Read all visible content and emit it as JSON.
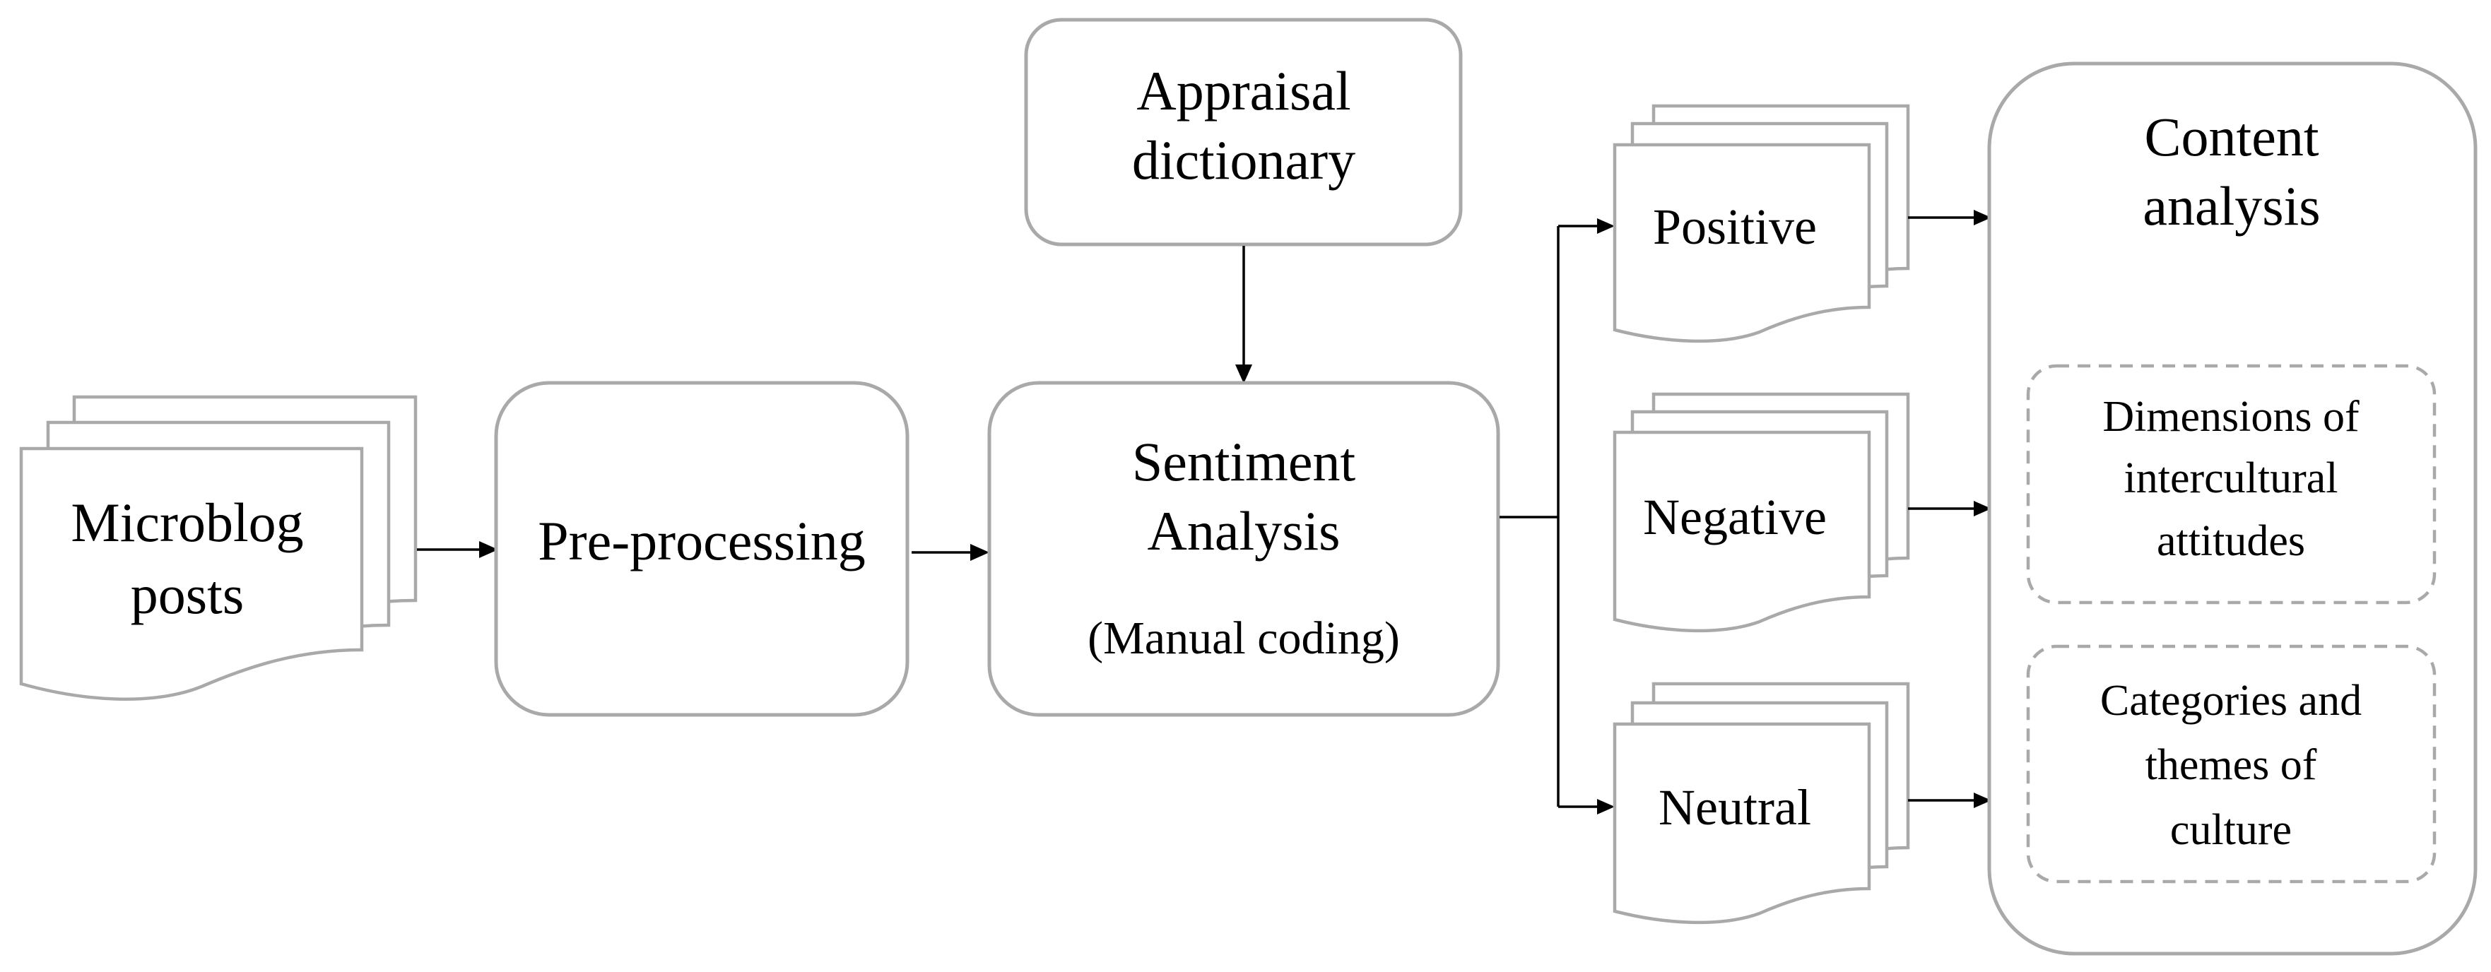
{
  "nodes": {
    "microblog_posts": {
      "line1": "Microblog",
      "line2": "posts"
    },
    "preprocessing": {
      "label": "Pre-processing"
    },
    "appraisal_dictionary": {
      "line1": "Appraisal",
      "line2": "dictionary"
    },
    "sentiment_analysis": {
      "line1": "Sentiment",
      "line2": "Analysis",
      "line3": "(Manual coding)"
    },
    "positive": {
      "label": "Positive"
    },
    "negative": {
      "label": "Negative"
    },
    "neutral": {
      "label": "Neutral"
    },
    "content_analysis": {
      "line1": "Content",
      "line2": "analysis"
    },
    "dimensions": {
      "line1": "Dimensions of",
      "line2": "intercultural",
      "line3": "attitudes"
    },
    "categories": {
      "line1": "Categories and",
      "line2": "themes of",
      "line3": "culture"
    }
  },
  "colors": {
    "border": "#a9a9a9",
    "connector": "#000000",
    "background": "#ffffff"
  }
}
